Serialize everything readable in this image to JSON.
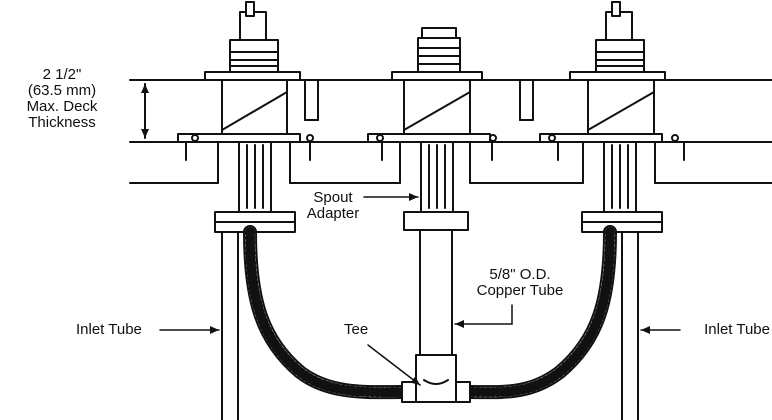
{
  "deck_thickness": {
    "line1": "2 1/2\"",
    "line2": "(63.5 mm)",
    "line3": "Max. Deck",
    "line4": "Thickness"
  },
  "spout_adapter": {
    "line1": "Spout",
    "line2": "Adapter"
  },
  "copper_tube": {
    "line1": "5/8\" O.D.",
    "line2": "Copper Tube"
  },
  "tee": "Tee",
  "inlet_tube_left": "Inlet Tube",
  "inlet_tube_right": "Inlet Tube",
  "colors": {
    "ink": "#111111",
    "paper": "#ffffff"
  }
}
